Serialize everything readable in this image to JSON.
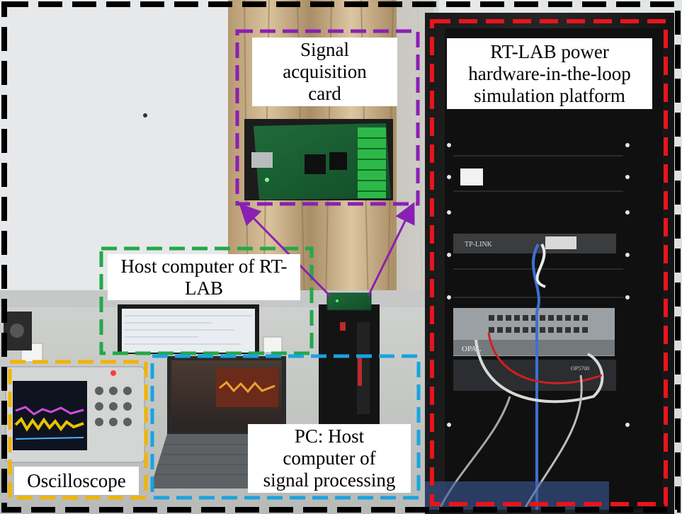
{
  "labels": {
    "signal_card": [
      "Signal",
      "acquisition",
      "card"
    ],
    "rtlab_platform": [
      "RT-LAB power",
      "hardware-in-the-loop",
      "simulation platform"
    ],
    "host_rtlab": [
      "Host computer of RT-",
      "LAB"
    ],
    "pc_host": [
      "PC: Host",
      "computer of",
      "signal processing"
    ],
    "oscilloscope": "Oscilloscope"
  },
  "equipment_text": {
    "switch_brand": "TP-LINK",
    "rack_brand_1": "OPAL",
    "rack_brand_2": "OP5700"
  },
  "box_colors": {
    "outer": "#000000",
    "rtlab": "#e8141c",
    "signal_card": "#8a1fb4",
    "host_rtlab": "#22a84a",
    "pc_host": "#1aa3dd",
    "oscilloscope": "#f0b400",
    "arrows": "#8a1fb4"
  }
}
